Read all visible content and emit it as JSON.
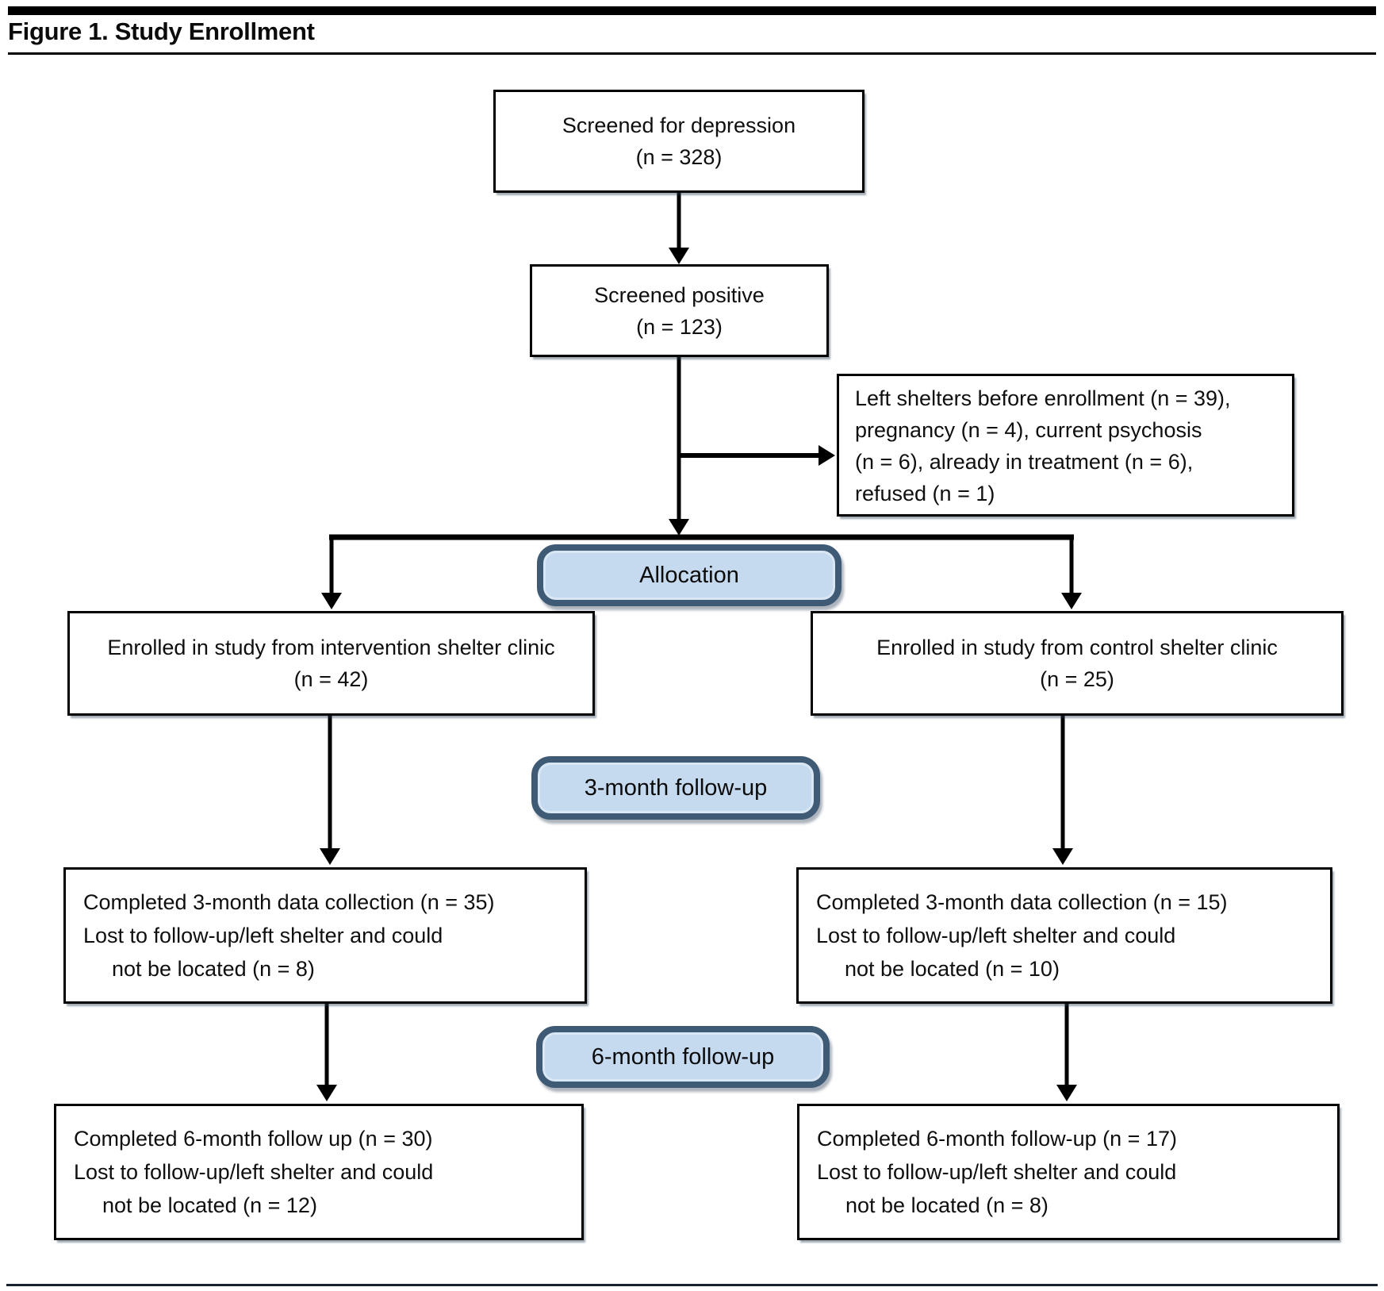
{
  "figure": {
    "title": "Figure 1. Study Enrollment"
  },
  "colors": {
    "stage_fill": "#c5d9ef",
    "stage_border": "#3e5a74",
    "box_border": "#000000",
    "arrow": "#000000"
  },
  "boxes": {
    "screened": {
      "line1": "Screened for depression",
      "line2": "(n = 328)"
    },
    "positive": {
      "line1": "Screened positive",
      "line2": "(n = 123)"
    },
    "excluded": {
      "line1": "Left shelters before enrollment (n = 39),",
      "line2": "pregnancy (n = 4), current psychosis",
      "line3": "(n = 6), already in treatment (n = 6),",
      "line4": "refused (n = 1)"
    },
    "enroll_intervention": {
      "line1": "Enrolled in study from intervention shelter clinic",
      "line2": "(n = 42)"
    },
    "enroll_control": {
      "line1": "Enrolled in study from control shelter clinic",
      "line2": "(n = 25)"
    },
    "m3_intervention": {
      "line1": "Completed 3-month data collection (n = 35)",
      "line2": "Lost to follow-up/left shelter and could",
      "line3": "not be located (n = 8)"
    },
    "m3_control": {
      "line1": "Completed 3-month data collection (n = 15)",
      "line2": "Lost to follow-up/left shelter and could",
      "line3": "not be located (n = 10)"
    },
    "m6_intervention": {
      "line1": "Completed 6-month follow up (n = 30)",
      "line2": "Lost to follow-up/left shelter and could",
      "line3": "not be located (n = 12)"
    },
    "m6_control": {
      "line1": "Completed 6-month follow-up (n = 17)",
      "line2": "Lost to follow-up/left shelter and could",
      "line3": "not be located (n = 8)"
    }
  },
  "stages": {
    "allocation": "Allocation",
    "followup3": "3-month follow-up",
    "followup6": "6-month follow-up"
  }
}
